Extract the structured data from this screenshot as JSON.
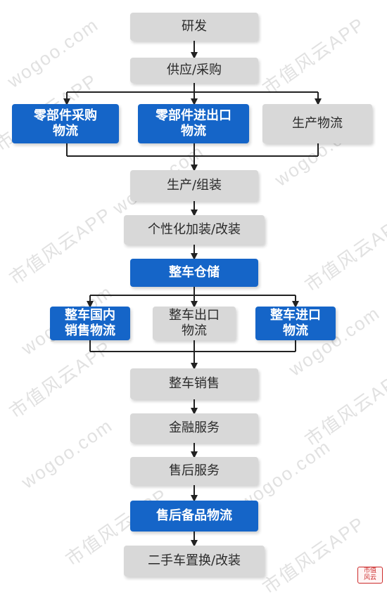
{
  "colors": {
    "gray": "#d8d8d8",
    "blue": "#1565c8",
    "line": "#222222"
  },
  "nodes": {
    "rd": "研发",
    "supply": "供应/采购",
    "parts_purchase": "零部件采购\n物流",
    "parts_import_export": "零部件进出口\n物流",
    "production_logistics": "生产物流",
    "production": "生产/组装",
    "custom": "个性化加装/改装",
    "storage": "整车仓储",
    "domestic_sales": "整车国内\n销售物流",
    "export": "整车出口\n物流",
    "import": "整车进口\n物流",
    "sales": "整车销售",
    "finance": "金融服务",
    "after_service": "售后服务",
    "after_parts": "售后备品物流",
    "used_car": "二手车置换/改装"
  },
  "watermark": {
    "site": "wogoo.com",
    "app": "市值风云APP"
  },
  "stamp": "市值\n风云"
}
